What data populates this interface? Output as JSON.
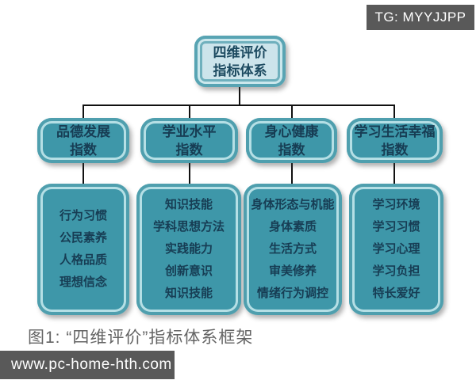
{
  "page": {
    "tg_badge_label": "TG: MYYJJPP",
    "watermark_text": "www.pc-home-hth.com",
    "caption": "图1: “四维评价”指标体系框架"
  },
  "diagram": {
    "root": {
      "label": "四维评价\n指标体系"
    },
    "branches": [
      {
        "label": "品德发展\n指数",
        "items": [
          "行为习惯",
          "公民素养",
          "人格品质",
          "理想信念"
        ]
      },
      {
        "label": "学业水平\n指数",
        "items": [
          "知识技能",
          "学科思想方法",
          "实践能力",
          "创新意识",
          "知识技能"
        ]
      },
      {
        "label": "身心健康\n指数",
        "items": [
          "身体形态与机能",
          "身体素质",
          "生活方式",
          "审美修养",
          "情绪行为调控"
        ]
      },
      {
        "label": "学习生活幸福\n指数",
        "items": [
          "学习环境",
          "学习习惯",
          "学习心理",
          "学习负担",
          "特长爱好"
        ]
      }
    ]
  },
  "colors": {
    "node_fill": "#3e97a9",
    "node_ring_light": "#b5dfe5",
    "node_ring_outer": "#4f9fae",
    "root_fill": "#cce4eb",
    "node_text": "#173d54",
    "connector": "#111111",
    "badge_background": "#595959",
    "badge_text": "#ffffff",
    "caption_text": "#646464"
  }
}
